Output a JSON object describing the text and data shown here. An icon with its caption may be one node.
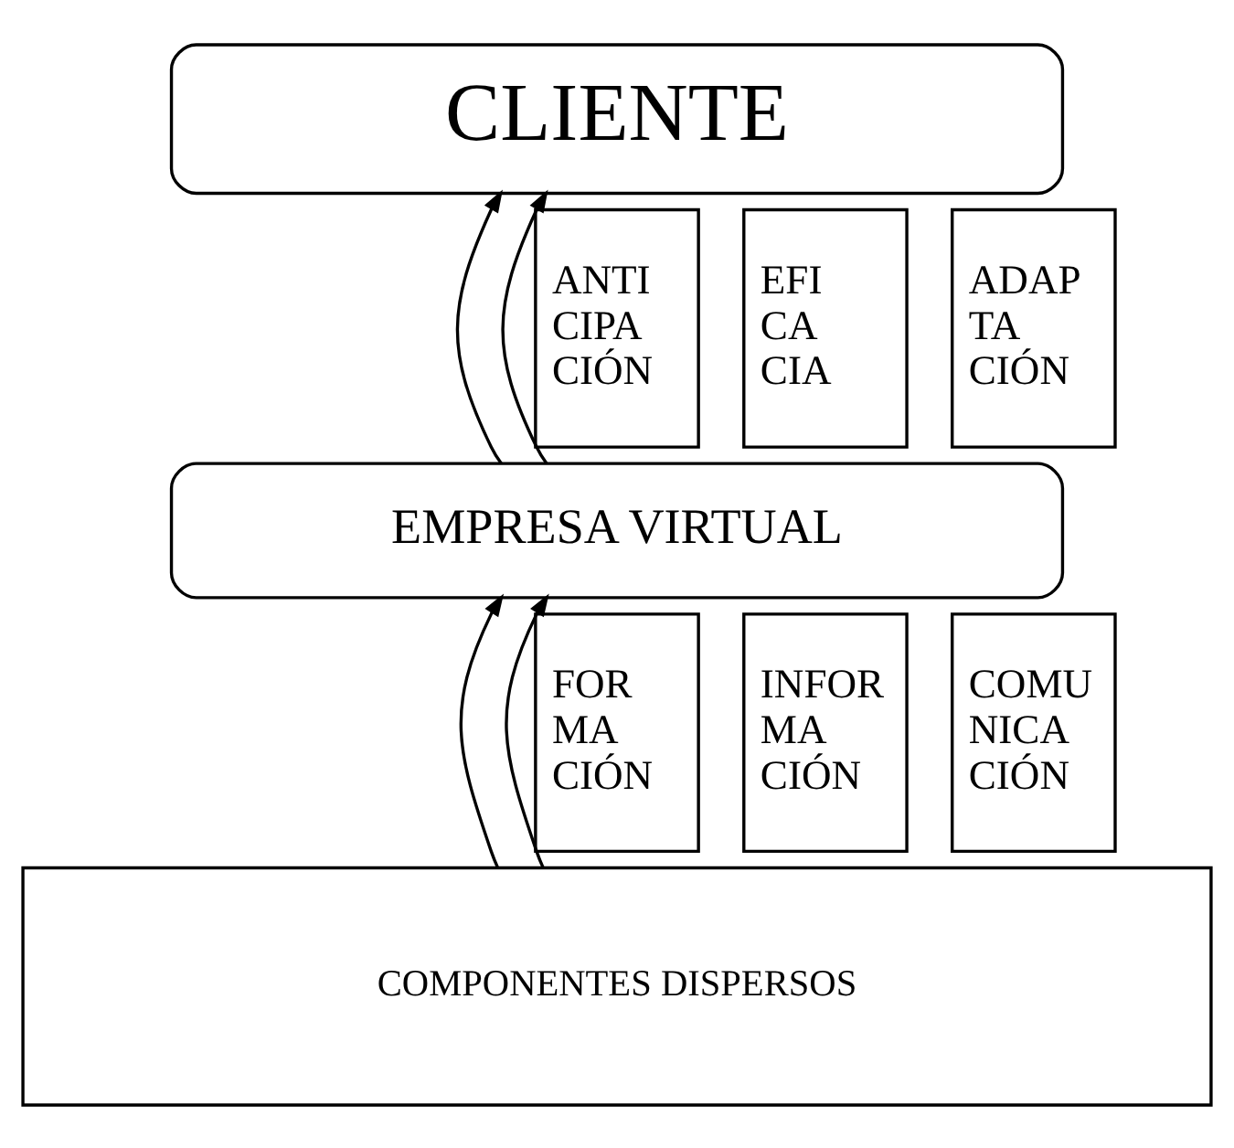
{
  "diagram": {
    "nodes": [
      {
        "text": [
          "CLIENTE"
        ]
      },
      {
        "text": [
          "ANTI CIPA CIÓN"
        ]
      },
      {
        "text": [
          "EFI CA CIA"
        ]
      },
      {
        "text": [
          "ADAP TA CIÓN"
        ]
      },
      {
        "text": [
          "EMPRESA VIRTUAL"
        ]
      },
      {
        "text": [
          "FOR MA CIÓN"
        ]
      },
      {
        "text": [
          "INFOR MA CIÓN"
        ]
      },
      {
        "text": [
          "COMU NICA CIÓN"
        ]
      },
      {
        "text": [
          "COMPONENTES DISPERSOS"
        ]
      }
    ],
    "edges": [
      {
        "from": 4,
        "to": 0,
        "arrow": "to"
      },
      {
        "from": 4,
        "to": 0,
        "arrow": "to"
      },
      {
        "from": 8,
        "to": 4,
        "arrow": "to"
      },
      {
        "from": 8,
        "to": 4,
        "arrow": "to"
      }
    ]
  }
}
